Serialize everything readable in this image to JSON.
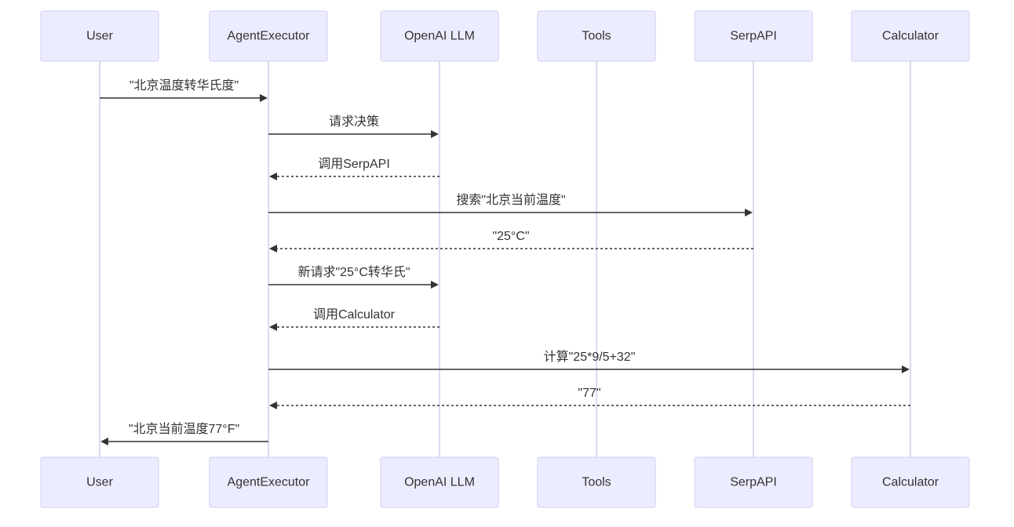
{
  "actors": [
    {
      "id": "user",
      "label": "User"
    },
    {
      "id": "agent",
      "label": "AgentExecutor"
    },
    {
      "id": "llm",
      "label": "OpenAI LLM"
    },
    {
      "id": "tools",
      "label": "Tools"
    },
    {
      "id": "serp",
      "label": "SerpAPI"
    },
    {
      "id": "calc",
      "label": "Calculator"
    }
  ],
  "messages": [
    {
      "from": "user",
      "to": "agent",
      "label": "\"北京温度转华氏度\"",
      "style": "solid"
    },
    {
      "from": "agent",
      "to": "llm",
      "label": "请求决策",
      "style": "solid"
    },
    {
      "from": "llm",
      "to": "agent",
      "label": "调用SerpAPI",
      "style": "dotted"
    },
    {
      "from": "agent",
      "to": "serp",
      "label": "搜索\"北京当前温度\"",
      "style": "solid"
    },
    {
      "from": "serp",
      "to": "agent",
      "label": "\"25°C\"",
      "style": "dotted"
    },
    {
      "from": "agent",
      "to": "llm",
      "label": "新请求\"25°C转华氏\"",
      "style": "solid"
    },
    {
      "from": "llm",
      "to": "agent",
      "label": "调用Calculator",
      "style": "dotted"
    },
    {
      "from": "agent",
      "to": "calc",
      "label": "计算\"25*9/5+32\"",
      "style": "solid"
    },
    {
      "from": "calc",
      "to": "agent",
      "label": "\"77\"",
      "style": "dotted"
    },
    {
      "from": "agent",
      "to": "user",
      "label": "\"北京当前温度77°F\"",
      "style": "solid"
    }
  ],
  "colors": {
    "actor_fill": "#ececff",
    "actor_stroke": "#cfcff0",
    "lifeline": "#cdcdf3",
    "line": "#333333",
    "text": "#333333"
  }
}
